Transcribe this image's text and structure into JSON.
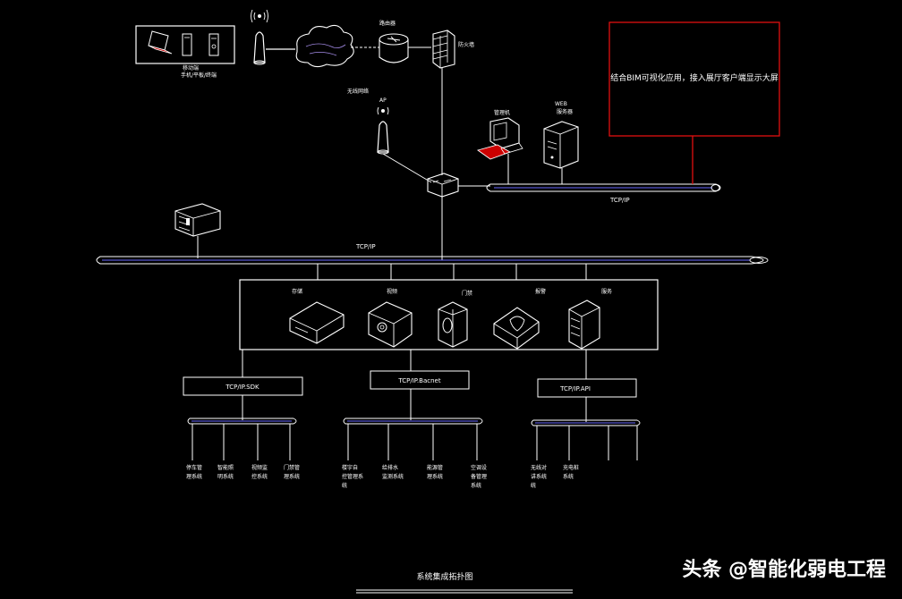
{
  "title": "系统集成拓扑图",
  "watermark": "头条 @智能化弱电工程",
  "top_cluster": {
    "mobile_label_line1": "移动端",
    "mobile_label_line2": "手机/平板/终端",
    "router_label": "路由器",
    "firewall_label": "防火墙",
    "ap_label": "AP",
    "wireless_label": "无线网络"
  },
  "servers": {
    "workstation_label": "管理机",
    "web_label_line1": "WEB",
    "web_label_line2": "服务器"
  },
  "red_box_text": "结合BIM可视化应用，接入展厅客户端显示大屏",
  "backbone_top_label": "TCP/IP",
  "backbone_main_label": "TCP/IP",
  "device_box": {
    "items": [
      "存储",
      "视频",
      "门禁",
      "报警",
      "服务"
    ]
  },
  "protocols": {
    "sdk": "TCP/IP.SDK",
    "bacnet": "TCP/IP.Bacnet",
    "api": "TCP/IP.API"
  },
  "subsystems": {
    "sdk": [
      [
        "停车管",
        "理系统"
      ],
      [
        "智能照",
        "明系统"
      ],
      [
        "视频监",
        "控系统"
      ],
      [
        "门禁管",
        "理系统"
      ]
    ],
    "bacnet": [
      [
        "楼宇自",
        "控管理系",
        "统"
      ],
      [
        "给排水",
        "监测系统"
      ],
      [
        "能源管",
        "理系统"
      ],
      [
        "空调设",
        "备管理",
        "系统"
      ]
    ],
    "api": [
      [
        "无线对",
        "讲系统",
        "统"
      ],
      [
        "充电桩",
        "系统"
      ]
    ]
  }
}
